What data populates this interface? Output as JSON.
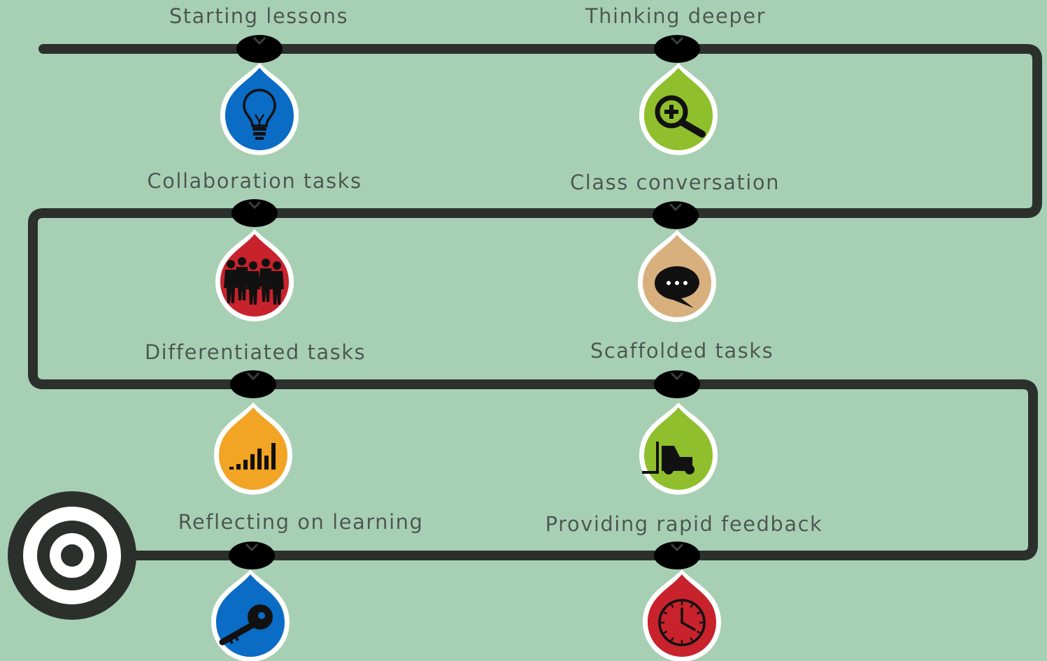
{
  "colors": {
    "background": "#a7cfb4",
    "track": "#2b302c",
    "drop_border": "#ffffff",
    "label_text": "#4a5751"
  },
  "stages": [
    {
      "label": "Starting lessons",
      "icon": "lightbulb-icon",
      "color": "#0a6cc4"
    },
    {
      "label": "Thinking deeper",
      "icon": "magnifier-icon",
      "color": "#8fbf2c"
    },
    {
      "label": "Collaboration tasks",
      "icon": "people-icon",
      "color": "#c8222c"
    },
    {
      "label": "Class conversation",
      "icon": "speech-bubble-icon",
      "color": "#d8b07e"
    },
    {
      "label": "Differentiated tasks",
      "icon": "bar-chart-icon",
      "color": "#f2a424"
    },
    {
      "label": "Scaffolded tasks",
      "icon": "forklift-icon",
      "color": "#8fbf2c"
    },
    {
      "label": "Reflecting on learning",
      "icon": "key-icon",
      "color": "#0a6cc4"
    },
    {
      "label": "Providing rapid feedback",
      "icon": "clock-icon",
      "color": "#c8222c"
    }
  ],
  "finish": {
    "icon": "target-icon"
  }
}
